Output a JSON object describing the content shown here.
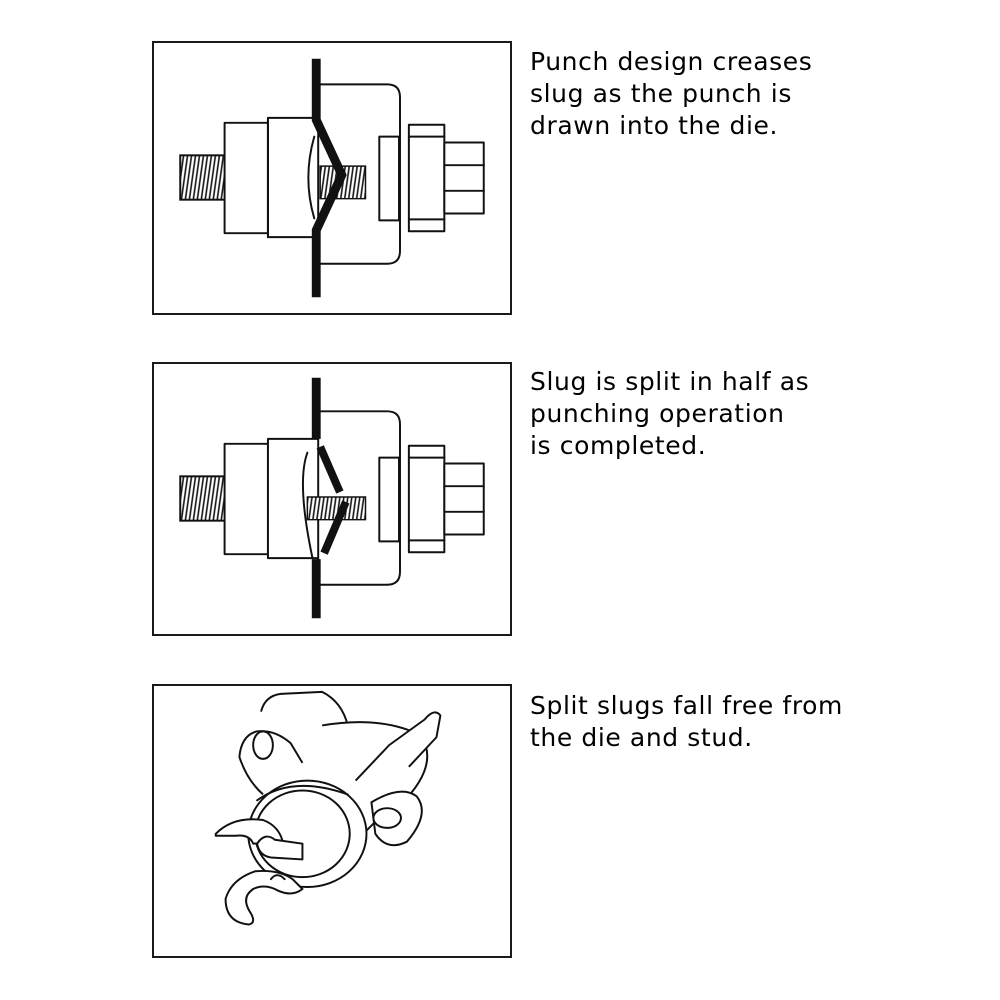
{
  "steps": [
    {
      "caption_lines": [
        "Punch design creases",
        "slug as the punch is",
        "drawn into the die."
      ]
    },
    {
      "caption_lines": [
        "Slug is split in half as",
        "punching operation",
        "is completed."
      ]
    },
    {
      "caption_lines": [
        "Split slugs fall free from",
        "the die and stud."
      ]
    }
  ]
}
